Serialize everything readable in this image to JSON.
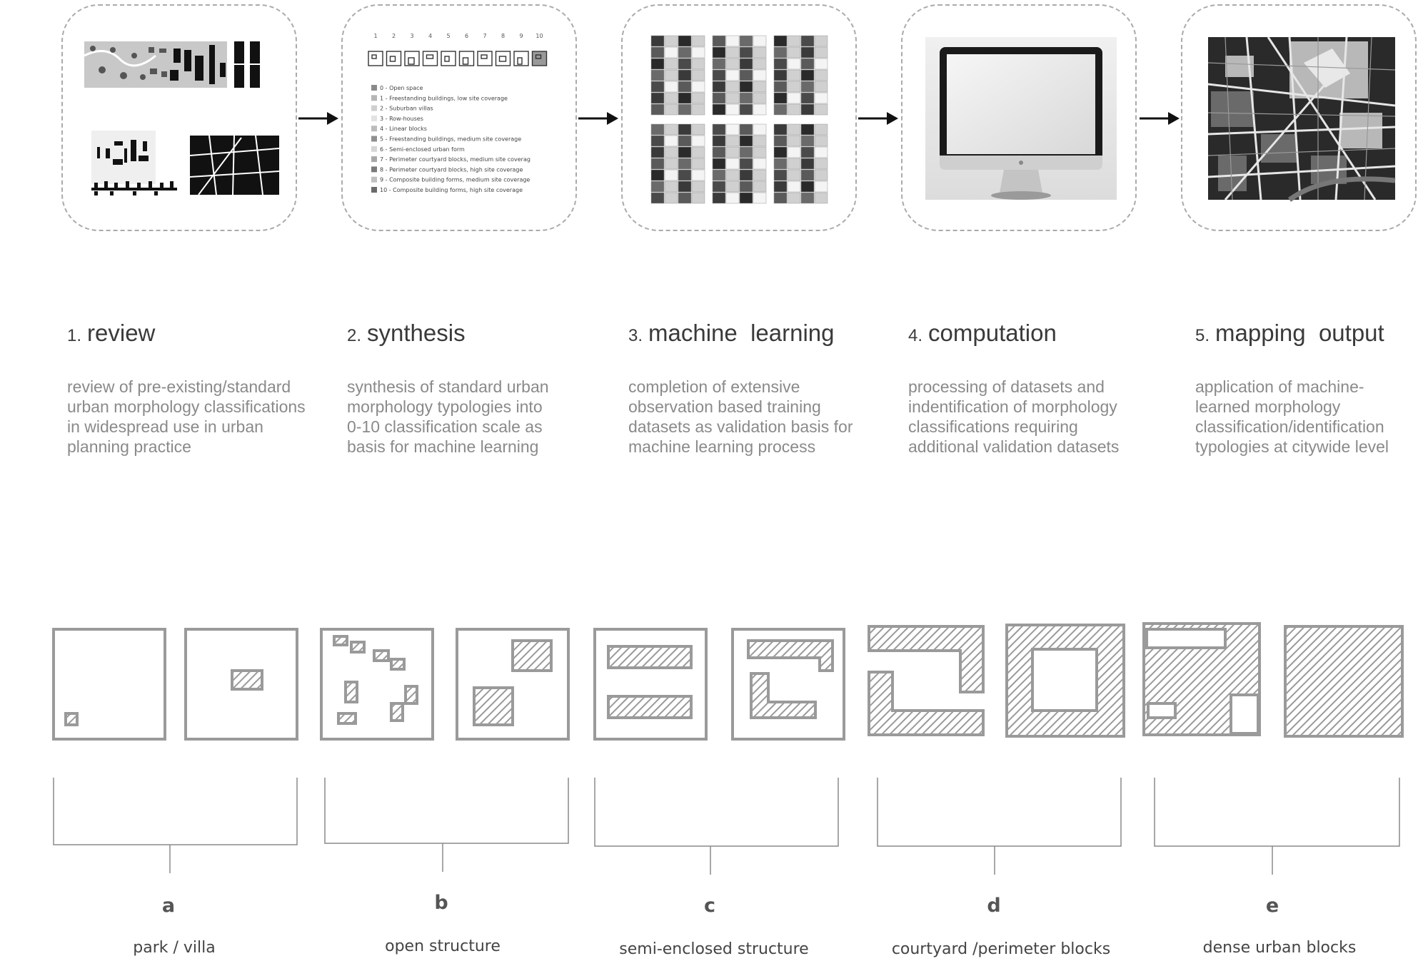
{
  "steps": [
    {
      "num": "1.",
      "title": "review",
      "desc": [
        "review of pre-existing/standard",
        "urban morphology classifications",
        "in widespread use in urban",
        "planning practice"
      ]
    },
    {
      "num": "2.",
      "title": "synthesis",
      "desc": [
        "synthesis of standard urban",
        "morphology typologies into",
        "0-10 classification scale as",
        "basis for machine learning"
      ]
    },
    {
      "num": "3.",
      "title": "machine  learning",
      "desc": [
        "completion of extensive",
        "observation based training",
        "datasets as validation basis for",
        "machine learning process"
      ]
    },
    {
      "num": "4.",
      "title": "computation",
      "desc": [
        "processing of datasets and",
        "indentification of morphology",
        "classifications requiring",
        "additional validation datasets"
      ]
    },
    {
      "num": "5.",
      "title": "mapping  output",
      "desc": [
        "application of machine-",
        "learned morphology",
        "classification/identification",
        "typologies at citywide level"
      ]
    }
  ],
  "synthesis_panel": {
    "scale_numbers": [
      "1",
      "2",
      "3",
      "4",
      "5",
      "6",
      "7",
      "8",
      "9",
      "10"
    ],
    "legend": [
      "0 - Open space",
      "1 - Freestanding buildings, low site coverage",
      "2 - Suburban villas",
      "3 - Row-houses",
      "4 - Linear blocks",
      "5 - Freestanding buildings, medium site coverage",
      "6 - Semi-enclosed urban form",
      "7 - Perimeter courtyard blocks, medium site coverag",
      "8 - Perimeter courtyard blocks, high site coverage",
      "9 - Composite building forms, medium site coverage",
      "10 - Composite building forms, high site coverage"
    ]
  },
  "categories": [
    {
      "letter": "a",
      "label": "park / villa"
    },
    {
      "letter": "b",
      "label": "open structure"
    },
    {
      "letter": "c",
      "label": "semi-enclosed structure"
    },
    {
      "letter": "d",
      "label": "courtyard /perimeter blocks"
    },
    {
      "letter": "e",
      "label": "dense urban blocks"
    }
  ],
  "colors": {
    "typology_gray": "#9a9a9a",
    "description_gray": "#8a8a8a",
    "title_dark": "#3a3a3a"
  }
}
